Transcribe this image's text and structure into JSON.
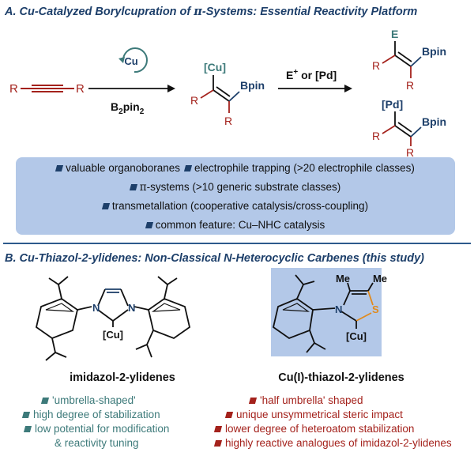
{
  "section_a": {
    "heading_pre": "A. Cu-Catalyzed Borylcupration of ",
    "heading_pi": "π",
    "heading_post": "-Systems: Essential Reactivity Platform"
  },
  "scheme": {
    "r_left": "R",
    "r_right": "R",
    "cu_catalyst": "Cu",
    "reagent_main": "B",
    "reagent_sub": "2",
    "reagent_main2": "pin",
    "reagent_sub2": "2",
    "int_cu": "[Cu]",
    "int_bpin": "Bpin",
    "int_r1": "R",
    "int_r2": "R",
    "arrow2_e": "E",
    "arrow2_plus": "+",
    "arrow2_rest": " or [Pd]",
    "prod1_e": "E",
    "prod1_bpin": "Bpin",
    "prod1_r1": "R",
    "prod1_r2": "R",
    "prod2_pd": "[Pd]",
    "prod2_bpin": "Bpin",
    "prod2_r1": "R",
    "prod2_r2": "R"
  },
  "features": {
    "line1a": "valuable organoboranes",
    "line1b": "electrophile trapping (>20 electrophile classes)",
    "line2_pi": "π",
    "line2": "-systems (>10 generic substrate classes)",
    "line3": "transmetallation (cooperative catalysis/cross-coupling)",
    "line4": "common feature: Cu–NHC catalysis"
  },
  "section_b": {
    "heading": "B. Cu-Thiazol-2-ylidenes: Non-Classical N-Heterocyclic Carbenes (this study)"
  },
  "left_structure": {
    "n1": "N",
    "n2": "N",
    "cu": "[Cu]",
    "caption": "imidazol-2-ylidenes",
    "bullets": [
      "'umbrella-shaped'",
      "high degree of stabilization",
      "low potential for modification",
      "& reactivity tuning"
    ]
  },
  "right_structure": {
    "me1": "Me",
    "me2": "Me",
    "n": "N",
    "s": "S",
    "cu": "[Cu]",
    "caption": "Cu(I)-thiazol-2-ylidenes",
    "bullets": [
      "'half umbrella' shaped",
      "unique unsymmetrical steric impact",
      "lower degree of heteroatom stabilization",
      "highly reactive analogues of imidazol-2-ylidenes"
    ]
  },
  "colors": {
    "navy": "#1d3f6a",
    "red": "#a4221c",
    "teal": "#3d7a7a",
    "panel": "#b3c8e8",
    "sulfur": "#e08a1e"
  }
}
